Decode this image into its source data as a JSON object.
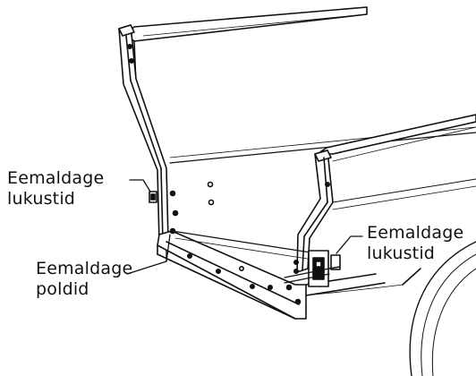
{
  "figure": {
    "callouts": {
      "remove_locks_left": {
        "line1": "Eemaldage",
        "line2": "lukustid"
      },
      "remove_bolts": {
        "line1": "Eemaldage",
        "line2": "poldid"
      },
      "remove_locks_right": {
        "line1": "Eemaldage",
        "line2": "lukustid"
      }
    }
  },
  "colors": {
    "ink": "#111111",
    "background": "#ffffff"
  }
}
